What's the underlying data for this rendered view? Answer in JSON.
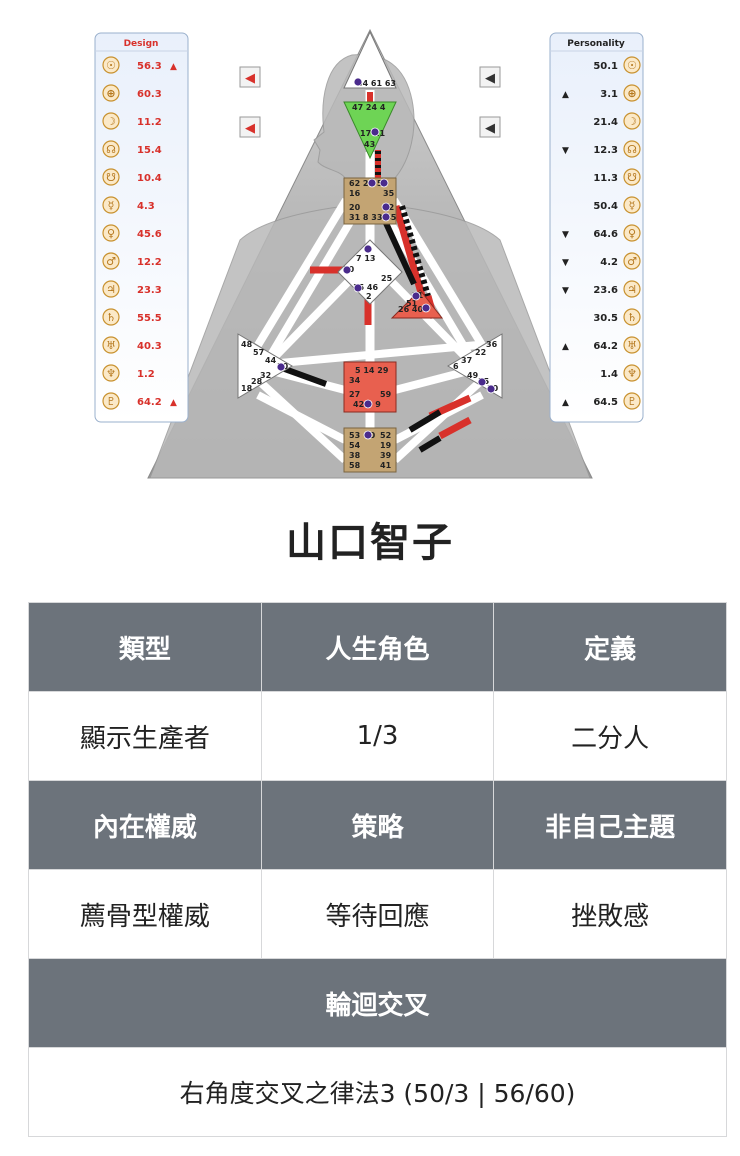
{
  "design_panel": {
    "title": "Design",
    "rows": [
      {
        "planet": "sun",
        "symbol": "☉",
        "value": "56.3",
        "mark": "▲"
      },
      {
        "planet": "earth",
        "symbol": "⊕",
        "value": "60.3",
        "mark": ""
      },
      {
        "planet": "moon",
        "symbol": "☽",
        "value": "11.2",
        "mark": ""
      },
      {
        "planet": "north-node",
        "symbol": "☊",
        "value": "15.4",
        "mark": ""
      },
      {
        "planet": "south-node",
        "symbol": "☋",
        "value": "10.4",
        "mark": ""
      },
      {
        "planet": "mercury",
        "symbol": "☿",
        "value": "4.3",
        "mark": ""
      },
      {
        "planet": "venus",
        "symbol": "♀",
        "value": "45.6",
        "mark": ""
      },
      {
        "planet": "mars",
        "symbol": "♂",
        "value": "12.2",
        "mark": ""
      },
      {
        "planet": "jupiter",
        "symbol": "♃",
        "value": "23.3",
        "mark": ""
      },
      {
        "planet": "saturn",
        "symbol": "♄",
        "value": "55.5",
        "mark": ""
      },
      {
        "planet": "uranus",
        "symbol": "♅",
        "value": "40.3",
        "mark": ""
      },
      {
        "planet": "neptune",
        "symbol": "♆",
        "value": "1.2",
        "mark": ""
      },
      {
        "planet": "pluto",
        "symbol": "♇",
        "value": "64.2",
        "mark": "▲"
      }
    ]
  },
  "personality_panel": {
    "title": "Personality",
    "rows": [
      {
        "planet": "sun",
        "symbol": "☉",
        "value": "50.1",
        "mark": ""
      },
      {
        "planet": "earth",
        "symbol": "⊕",
        "value": "3.1",
        "mark": "▲"
      },
      {
        "planet": "moon",
        "symbol": "☽",
        "value": "21.4",
        "mark": ""
      },
      {
        "planet": "north-node",
        "symbol": "☊",
        "value": "12.3",
        "mark": "▼"
      },
      {
        "planet": "south-node",
        "symbol": "☋",
        "value": "11.3",
        "mark": ""
      },
      {
        "planet": "mercury",
        "symbol": "☿",
        "value": "50.4",
        "mark": ""
      },
      {
        "planet": "venus",
        "symbol": "♀",
        "value": "64.6",
        "mark": "▼"
      },
      {
        "planet": "mars",
        "symbol": "♂",
        "value": "4.2",
        "mark": "▼"
      },
      {
        "planet": "jupiter",
        "symbol": "♃",
        "value": "23.6",
        "mark": "▼"
      },
      {
        "planet": "saturn",
        "symbol": "♄",
        "value": "30.5",
        "mark": ""
      },
      {
        "planet": "uranus",
        "symbol": "♅",
        "value": "64.2",
        "mark": "▲"
      },
      {
        "planet": "neptune",
        "symbol": "♆",
        "value": "1.4",
        "mark": ""
      },
      {
        "planet": "pluto",
        "symbol": "♇",
        "value": "64.5",
        "mark": "▲"
      }
    ]
  },
  "centers": {
    "head": [
      "64",
      "61",
      "63"
    ],
    "ajna": [
      "47",
      "24",
      "4",
      "17",
      "11",
      "43"
    ],
    "throat": [
      "62",
      "23",
      "56",
      "16",
      "35",
      "20",
      "12",
      "31",
      "8",
      "33",
      "45"
    ],
    "g": [
      "1",
      "7",
      "13",
      "10",
      "25",
      "15",
      "46",
      "2"
    ],
    "heart": [
      "21",
      "51",
      "26",
      "40"
    ],
    "spleen": [
      "48",
      "57",
      "44",
      "50",
      "32",
      "28",
      "18"
    ],
    "sacral": [
      "5",
      "14",
      "29",
      "34",
      "27",
      "59",
      "42",
      "3",
      "9"
    ],
    "solar_plexus": [
      "36",
      "22",
      "37",
      "6",
      "49",
      "55",
      "30"
    ],
    "root": [
      "53",
      "60",
      "52",
      "54",
      "19",
      "38",
      "39",
      "58",
      "41"
    ]
  },
  "colors": {
    "design_red": "#d8312b",
    "personality_black": "#111111",
    "defined_center": "#c3a473",
    "defined_sacral": "#e8604f",
    "defined_ajna": "#6ed455",
    "body_gray": "#a9a9a9",
    "header_gray": "#6c737b",
    "planet_gold": "#c8912e",
    "activation_purple": "#4a2b8c"
  },
  "person_name": "山口智子",
  "table": {
    "row1_headers": [
      "類型",
      "人生角色",
      "定義"
    ],
    "row1_values": [
      "顯示生產者",
      "1/3",
      "二分人"
    ],
    "row2_headers": [
      "內在權威",
      "策略",
      "非自己主題"
    ],
    "row2_values": [
      "薦骨型權威",
      "等待回應",
      "挫敗感"
    ],
    "cross_header": "輪迴交叉",
    "cross_value": "右角度交叉之律法3 (50/3 | 56/60)"
  }
}
